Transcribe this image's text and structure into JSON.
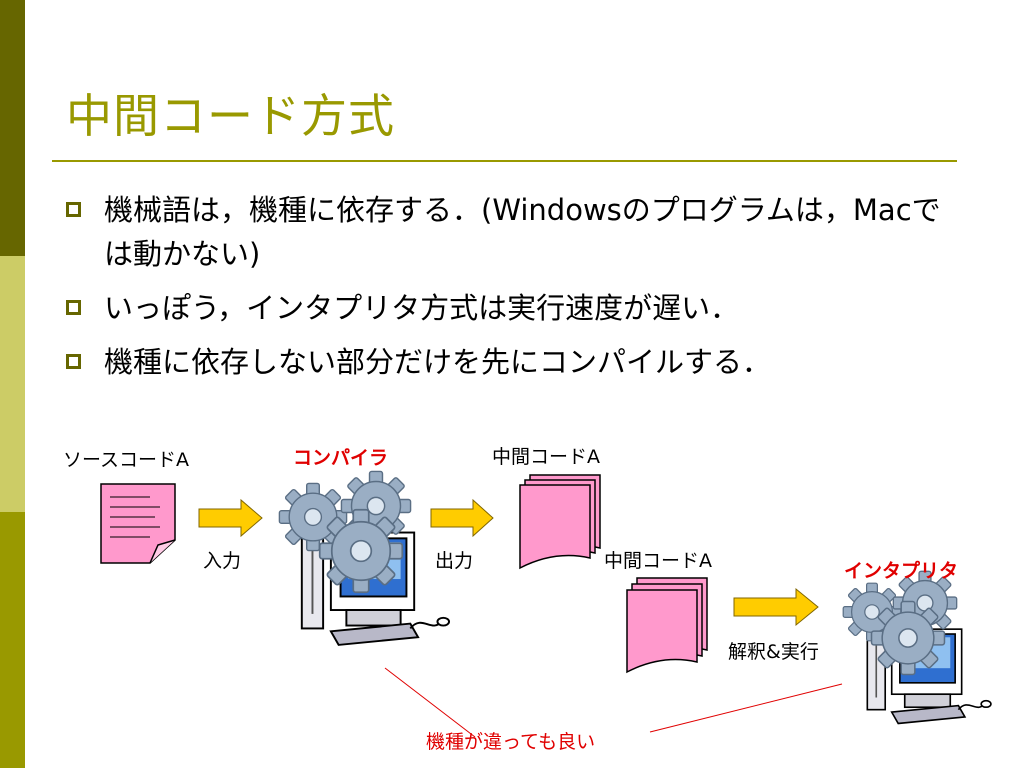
{
  "slide": {
    "title": "中間コード方式",
    "bullets": [
      "機械語は，機種に依存する．(Windowsのプログラムは，Macでは動かない)",
      "いっぽう，インタプリタ方式は実行速度が遅い．",
      "機種に依存しない部分だけを先にコンパイルする．"
    ]
  },
  "diagram": {
    "source_label": "ソースコードA",
    "compiler_label": "コンパイラ",
    "intermediate_label_1": "中間コードA",
    "input_label": "入力",
    "output_label": "出力",
    "intermediate_label_2": "中間コードA",
    "interpreter_label": "インタプリタ",
    "interpret_exec_label": "解釈&実行",
    "note_label": "機種が違っても良い"
  },
  "colors": {
    "accent": "#999900",
    "sidebar_dark": "#666600",
    "sidebar_light": "#cccc66",
    "document_pink": "#ff99cc",
    "arrow_yellow": "#ffcc00",
    "highlight_red": "#e00000"
  }
}
